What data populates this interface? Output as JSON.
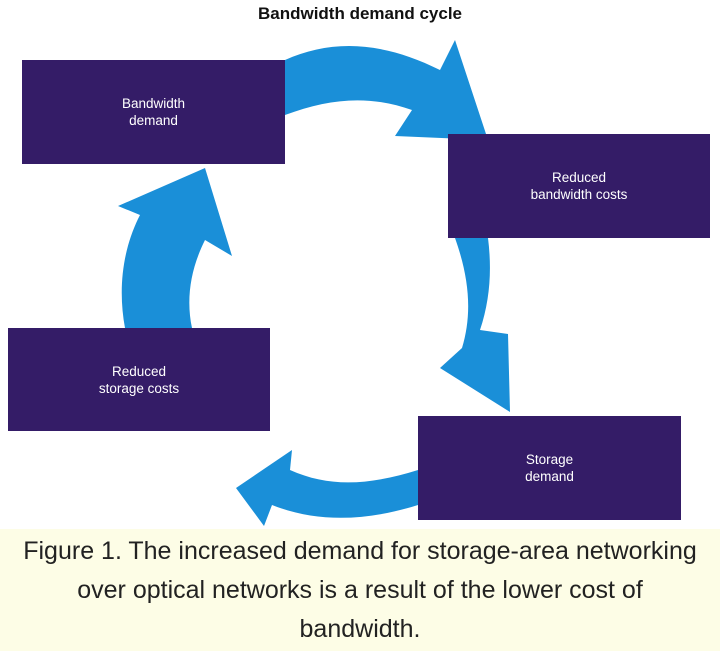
{
  "title": "Bandwidth demand cycle",
  "nodes": {
    "bandwidth_demand": "Bandwidth\ndemand",
    "reduced_bandwidth_costs": "Reduced\nbandwidth costs",
    "storage_demand": "Storage\ndemand",
    "reduced_storage_costs": "Reduced\nstorage costs"
  },
  "caption": "Figure 1. The increased demand for storage-area networking over optical networks is a result of the lower cost of bandwidth.",
  "colors": {
    "box": "#341c67",
    "arrow": "#1a8fd8",
    "caption_bg": "#fdfde6"
  }
}
